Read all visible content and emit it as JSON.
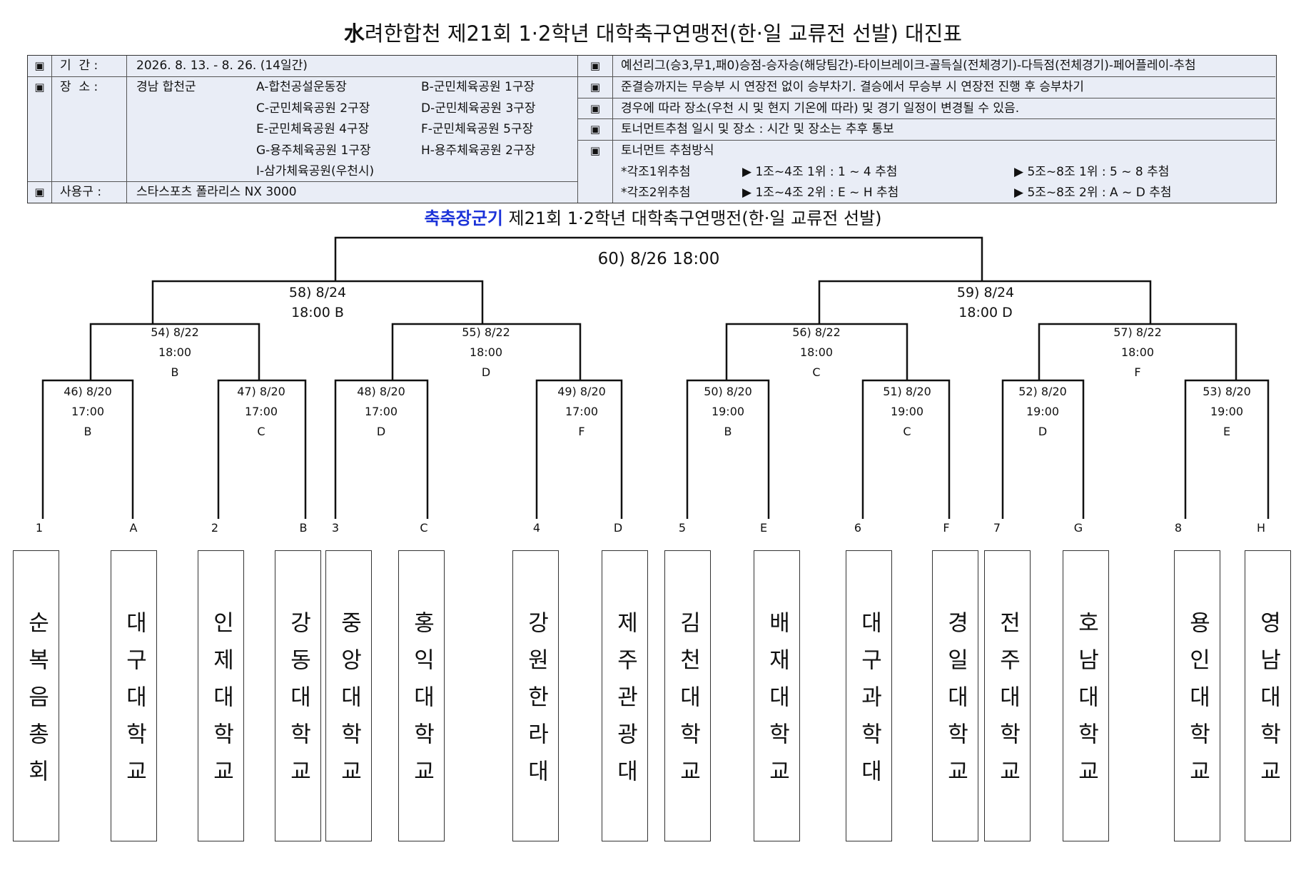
{
  "title": {
    "logo_char": "水",
    "text": "려한합천 제21회 1·2학년 대학축구연맹전(한·일 교류전 선발) 대진표"
  },
  "info": {
    "bullet": "▣",
    "period": {
      "label": "기  간 :",
      "value": "2026. 8. 13. - 8. 26. (14일간)"
    },
    "venue": {
      "label": "장  소 :",
      "region": "경남 합천군",
      "fields": [
        "A-합천공설운동장",
        "B-군민체육공원 1구장",
        "C-군민체육공원 2구장",
        "D-군민체육공원 3구장",
        "E-군민체육공원 4구장",
        "F-군민체육공원 5구장",
        "G-용주체육공원 1구장",
        "H-용주체육공원 2구장",
        "I-삼가체육공원(우천시)"
      ]
    },
    "ball": {
      "label": "사용구 :",
      "value": "스타스포츠 폴라리스 NX 3000"
    },
    "rules": [
      "예선리그(승3,무1,패0)승점-승자승(해당팀간)-타이브레이크-골득실(전체경기)-다득점(전체경기)-페어플레이-추첨",
      "준결승까지는 무승부 시 연장전 없이 승부차기. 결승에서 무승부 시 연장전 진행 후 승부차기",
      "경우에 따라 장소(우천 시 및 현지 기온에 따라) 및 경기 일정이 변경될 수 있음.",
      "토너먼트추첨 일시 및 장소 : 시간 및 장소는 추후 통보"
    ],
    "draw": {
      "title": "토너먼트 추첨방식",
      "rows": [
        {
          "group": "*각조1위추첨",
          "first": "▶ 1조~4조 1위 : 1 ~ 4 추첨",
          "second": "▶ 5조~8조 1위 : 5 ~ 8 추첨"
        },
        {
          "group": "*각조2위추첨",
          "first": "▶ 1조~4조 2위 : E ~ H 추첨",
          "second": "▶ 5조~8조 2위 : A ~ D 추첨"
        }
      ]
    }
  },
  "subtitle": {
    "highlight": "축축장군기",
    "text": " 제21회 1·2학년 대학축구연맹전(한·일 교류전 선발)"
  },
  "matches": {
    "m60": [
      "60) 8/26  18:00"
    ],
    "m58": [
      "58) 8/24",
      "18:00  B"
    ],
    "m59": [
      "59) 8/24",
      "18:00  D"
    ],
    "m54": [
      "54) 8/22",
      "18:00",
      "B"
    ],
    "m55": [
      "55) 8/22",
      "18:00",
      "D"
    ],
    "m56": [
      "56) 8/22",
      "18:00",
      "C"
    ],
    "m57": [
      "57) 8/22",
      "18:00",
      "F"
    ],
    "m46": [
      "46) 8/20",
      "17:00",
      "B"
    ],
    "m47": [
      "47) 8/20",
      "17:00",
      "C"
    ],
    "m48": [
      "48) 8/20",
      "17:00",
      "D"
    ],
    "m49": [
      "49) 8/20",
      "17:00",
      "F"
    ],
    "m50": [
      "50) 8/20",
      "19:00",
      "B"
    ],
    "m51": [
      "51) 8/20",
      "19:00",
      "C"
    ],
    "m52": [
      "52) 8/20",
      "19:00",
      "D"
    ],
    "m53": [
      "53) 8/20",
      "19:00",
      "E"
    ]
  },
  "seeds": [
    "1",
    "A",
    "2",
    "B",
    "3",
    "C",
    "4",
    "D",
    "5",
    "E",
    "6",
    "F",
    "7",
    "G",
    "8",
    "H"
  ],
  "teams": [
    "순복음총회",
    "대구대학교",
    "인제대학교",
    "강동대학교",
    "중앙대학교",
    "홍익대학교",
    "강원한라대",
    "제주관광대",
    "김천대학교",
    "배재대학교",
    "대구과학대",
    "경일대학교",
    "전주대학교",
    "호남대학교",
    "용인대학교",
    "영남대학교"
  ],
  "colors": {
    "highlight": "#1b32d8",
    "info_background": "#e9edf6",
    "lines": "#111111"
  }
}
